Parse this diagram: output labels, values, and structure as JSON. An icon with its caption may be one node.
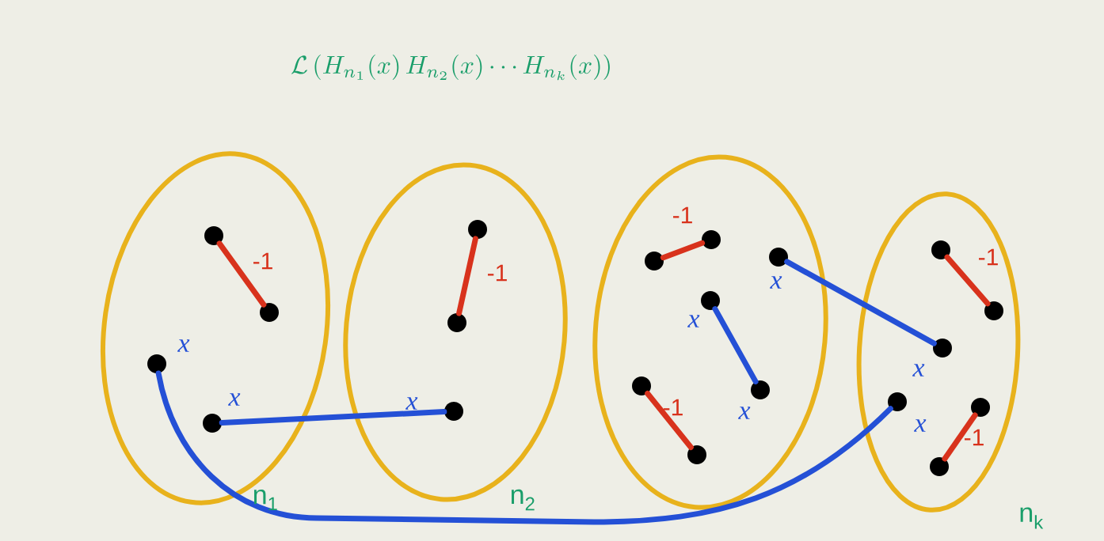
{
  "diagram": {
    "title": "\\mathcal{L}\\left(H_{n_1}(x)\\,H_{n_2}(x)\\cdots H_{n_k}(x)\\right)",
    "nodes": [
      {
        "text": [],
        "shape": "ellipse",
        "beside": [
          "n$_{1}$"
        ]
      },
      {
        "text": [],
        "shape": "circle",
        "in": 0
      },
      {
        "text": [],
        "shape": "circle",
        "in": 0
      },
      {
        "text": [],
        "shape": "circle",
        "in": 0,
        "beside": [
          "x"
        ]
      },
      {
        "text": [],
        "shape": "circle",
        "in": 0,
        "beside": [
          "x"
        ]
      },
      {
        "text": [],
        "shape": "ellipse",
        "beside": [
          "n$_{2}$"
        ]
      },
      {
        "text": [],
        "shape": "circle",
        "in": 5
      },
      {
        "text": [],
        "shape": "circle",
        "in": 5
      },
      {
        "text": [],
        "shape": "circle",
        "in": 5,
        "beside": [
          "x"
        ]
      },
      {
        "text": [],
        "shape": "ellipse"
      },
      {
        "text": [],
        "shape": "circle",
        "in": 9
      },
      {
        "text": [],
        "shape": "circle",
        "in": 9
      },
      {
        "text": [],
        "shape": "circle",
        "in": 9,
        "beside": [
          "x"
        ]
      },
      {
        "text": [],
        "shape": "circle",
        "in": 9,
        "beside": [
          "x"
        ]
      },
      {
        "text": [],
        "shape": "circle",
        "in": 9,
        "beside": [
          "x"
        ]
      },
      {
        "text": [],
        "shape": "circle",
        "in": 9
      },
      {
        "text": [],
        "shape": "circle",
        "in": 9
      },
      {
        "text": [],
        "shape": "ellipse",
        "beside": [
          "n$_{k}$"
        ]
      },
      {
        "text": [],
        "shape": "circle",
        "in": 17
      },
      {
        "text": [],
        "shape": "circle",
        "in": 17
      },
      {
        "text": [],
        "shape": "circle",
        "in": 17,
        "beside": [
          "x"
        ]
      },
      {
        "text": [],
        "shape": "circle",
        "in": 17,
        "beside": [
          "x"
        ]
      },
      {
        "text": [],
        "shape": "circle",
        "in": 17
      },
      {
        "text": [],
        "shape": "circle",
        "in": 17
      }
    ],
    "edges": [
      {
        "from": 1,
        "to": 2,
        "arrow": "none",
        "label": "-1"
      },
      {
        "from": 6,
        "to": 7,
        "arrow": "none",
        "label": "-1"
      },
      {
        "from": 11,
        "to": 10,
        "arrow": "none",
        "label": "-1"
      },
      {
        "from": 15,
        "to": 16,
        "arrow": "none",
        "label": "-1"
      },
      {
        "from": 18,
        "to": 19,
        "arrow": "none",
        "label": "-1"
      },
      {
        "from": 22,
        "to": 23,
        "arrow": "none",
        "label": "-1"
      },
      {
        "from": 4,
        "to": 8,
        "arrow": "none",
        "color": "#2450d6"
      },
      {
        "from": 12,
        "to": 20,
        "arrow": "none",
        "color": "#2450d6"
      },
      {
        "from": 13,
        "to": 14,
        "arrow": "none",
        "color": "#2450d6"
      },
      {
        "from": 3,
        "to": 21,
        "arrow": "none",
        "color": "#2450d6"
      }
    ]
  }
}
